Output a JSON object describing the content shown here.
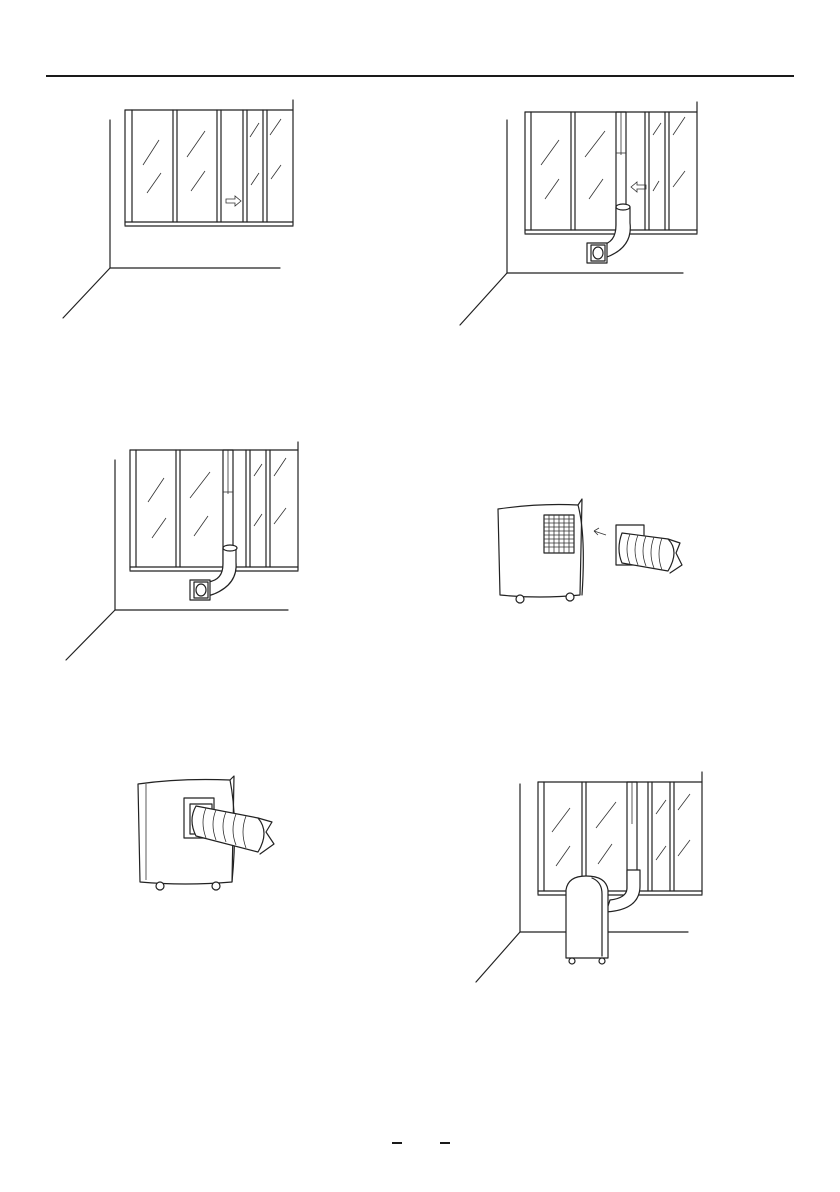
{
  "page": {
    "figures": [
      {
        "id": "step-1",
        "content": "sliding-window-open"
      },
      {
        "id": "step-2",
        "content": "window-kit-with-hose-inserted"
      },
      {
        "id": "step-3",
        "content": "window-kit-installed"
      },
      {
        "id": "step-4",
        "content": "hose-connecting-to-unit"
      },
      {
        "id": "step-5",
        "content": "hose-attached-to-unit"
      },
      {
        "id": "step-6",
        "content": "unit-installed-at-window"
      }
    ]
  },
  "colors": {
    "line": "#222222",
    "background": "#ffffff"
  }
}
